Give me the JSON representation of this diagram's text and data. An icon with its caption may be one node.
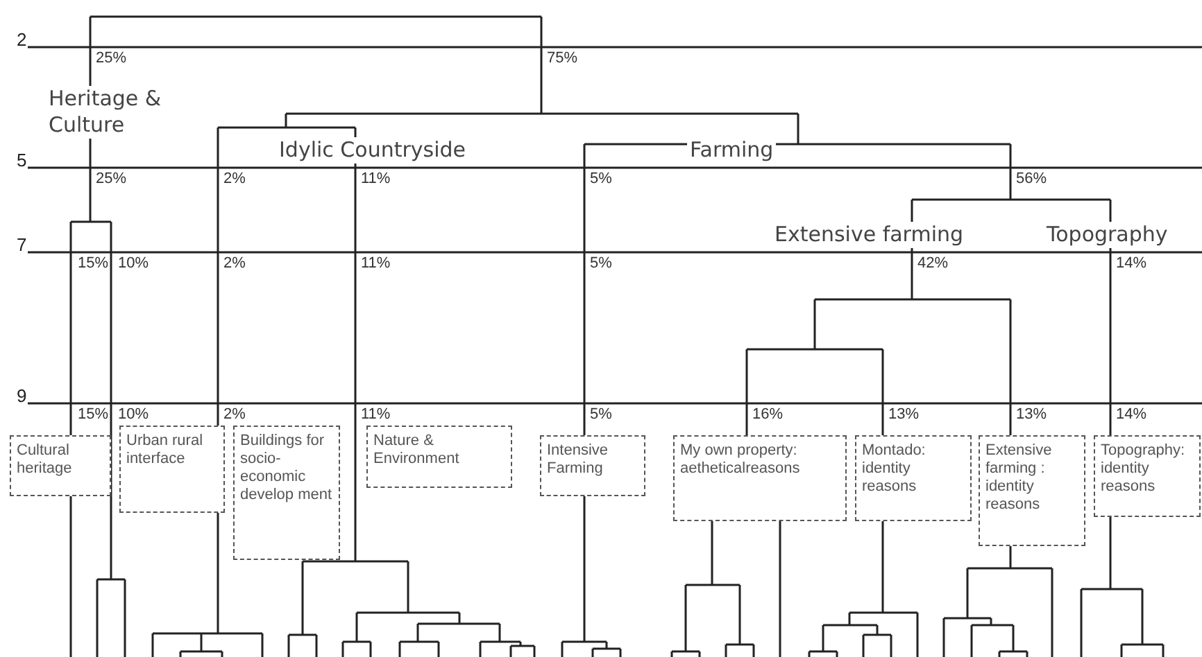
{
  "diagram": {
    "nodes": [
      {
        "text": [
          "Cultural heritage"
        ]
      },
      {
        "text": [
          "Urban rural interface"
        ]
      },
      {
        "text": [
          "Buildings for socio- economic develop ment"
        ]
      },
      {
        "text": [
          "Nature & Environment"
        ]
      },
      {
        "text": [
          "Intensive Farming"
        ]
      },
      {
        "text": [
          "My own property: aetheticalreasons"
        ]
      },
      {
        "text": [
          "Montado: identity reasons"
        ]
      },
      {
        "text": [
          "Extensive farming : identity reasons"
        ]
      },
      {
        "text": [
          "Topography: identity reasons"
        ]
      }
    ],
    "labels": [
      "2",
      "25%",
      "75%",
      "Heritage & Culture",
      "Idylic Countryside",
      "Farming",
      "5",
      "25%",
      "2%",
      "11%",
      "5%",
      "56%",
      "Extensive farming",
      "Topography",
      "7",
      "15%",
      "10%",
      "2%",
      "11%",
      "5%",
      "42%",
      "14%",
      "9",
      "15%",
      "10%",
      "2%",
      "11%",
      "5%",
      "16%",
      "13%",
      "13%",
      "14%"
    ]
  }
}
